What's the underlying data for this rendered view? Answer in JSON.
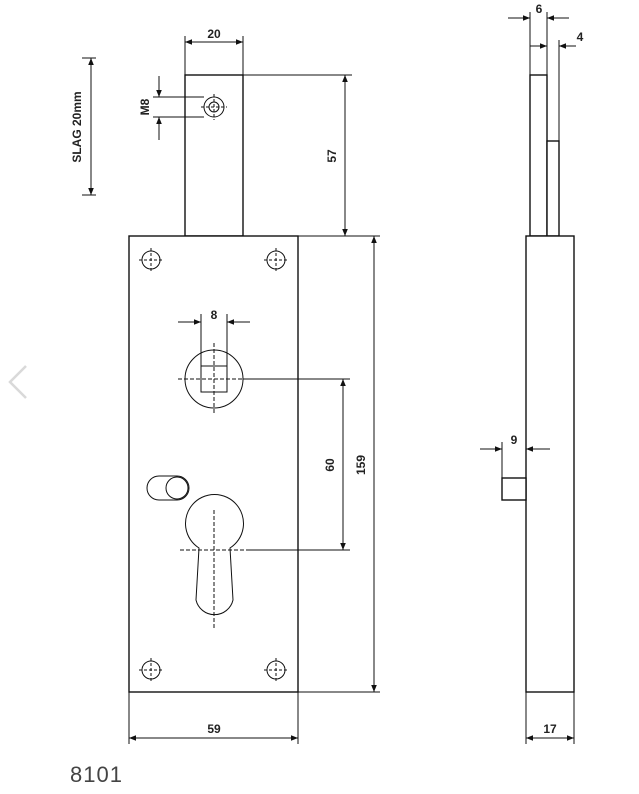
{
  "nav": {
    "prev_icon": "chevron-left-icon"
  },
  "product_code": "8101",
  "dimensions": {
    "bolt_width": "20",
    "bolt_screw": "M8",
    "bolt_length": "57",
    "stroke_label": "SLAG 20mm",
    "key_square": "8",
    "center_distance": "60",
    "plate_height": "159",
    "plate_width": "59",
    "side_top": "6",
    "side_offset": "4",
    "side_key": "9",
    "side_depth": "17"
  }
}
